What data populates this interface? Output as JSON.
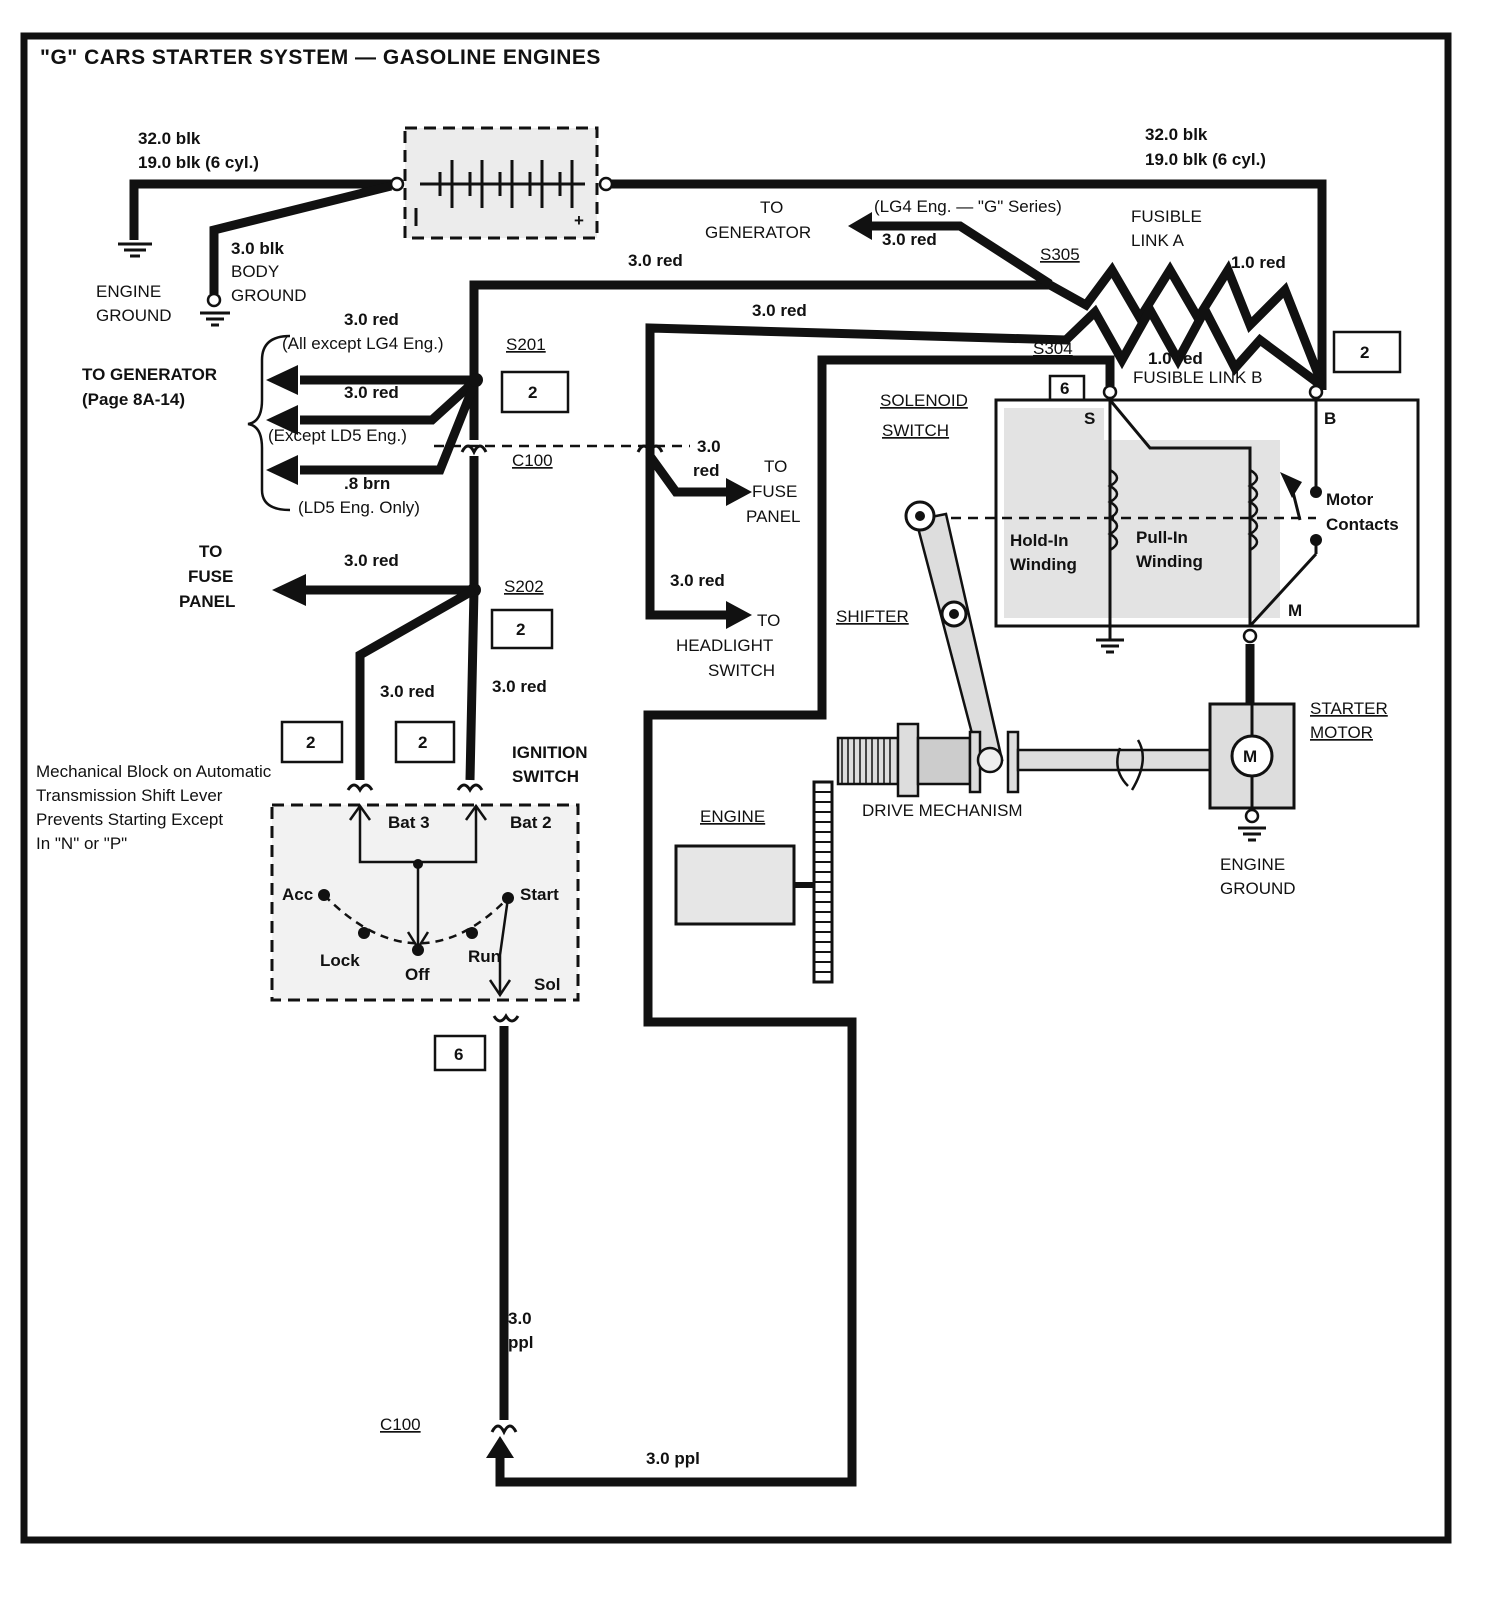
{
  "title": "\"G\" CARS STARTER SYSTEM — GASOLINE ENGINES",
  "battery_wire_left": {
    "line1": "32.0 blk",
    "line2": "19.0 blk (6 cyl.)"
  },
  "battery_wire_right": {
    "line1": "32.0 blk",
    "line2": "19.0 blk (6 cyl.)"
  },
  "engine_ground_left": {
    "line1": "ENGINE",
    "line2": "GROUND"
  },
  "body_ground": {
    "wire": "3.0 blk",
    "line1": "BODY",
    "line2": "GROUND"
  },
  "to_generator_top": {
    "line1": "TO",
    "line2": "GENERATOR",
    "note": "(LG4 Eng. — \"G\" Series)",
    "wire": "3.0 red"
  },
  "fusible_link_a": {
    "line1": "FUSIBLE",
    "line2": "LINK A",
    "wire": "1.0 red"
  },
  "fusible_link_b": {
    "label": "FUSIBLE LINK B",
    "wire": "1.0 red"
  },
  "splices": {
    "s305": "S305",
    "s304": "S304",
    "s201": "S201",
    "s202": "S202"
  },
  "connectors": {
    "c100_top": "C100",
    "c100_bottom": "C100"
  },
  "wires": {
    "main_red": "3.0 red",
    "second_red": "3.0 red",
    "ign_bat3": "3.0 red",
    "ign_bat2": "3.0 red",
    "fuse_feed": "3.0 red",
    "headlight_feed": "3.0 red",
    "fuse_c100_1": "3.0",
    "fuse_c100_2": "red",
    "ppl_vertical_1": "3.0",
    "ppl_vertical_2": "ppl",
    "ppl_bottom": "3.0 ppl"
  },
  "to_generator_left": {
    "line1": "TO GENERATOR",
    "line2": "(Page 8A-14)",
    "w1": "3.0 red",
    "n1": "(All except LG4 Eng.)",
    "w2": "3.0 red",
    "n2": "(Except LD5 Eng.)",
    "w3": ".8 brn",
    "n3": "(LD5 Eng. Only)"
  },
  "to_fuse_panel_left": {
    "line1": "TO",
    "line2": "FUSE",
    "line3": "PANEL",
    "wire": "3.0 red"
  },
  "to_fuse_panel_mid": {
    "line1": "TO",
    "line2": "FUSE",
    "line3": "PANEL"
  },
  "to_headlight": {
    "line1": "TO",
    "line2": "HEADLIGHT",
    "line3": "SWITCH"
  },
  "box_numbers": {
    "b1": "2",
    "b2": "2",
    "b3": "2",
    "b4": "2",
    "b5": "2",
    "b6": "6",
    "b7": "6"
  },
  "mechanical_block": {
    "line1": "Mechanical Block on Automatic",
    "line2": "Transmission Shift Lever",
    "line3": "Prevents Starting Except",
    "line4": "In \"N\" or \"P\""
  },
  "ignition_switch": {
    "line1": "IGNITION",
    "line2": "SWITCH",
    "bat3": "Bat 3",
    "bat2": "Bat 2",
    "acc": "Acc",
    "lock": "Lock",
    "off": "Off",
    "run": "Run",
    "start": "Start",
    "sol": "Sol"
  },
  "solenoid": {
    "line1": "SOLENOID",
    "line2": "SWITCH",
    "s": "S",
    "b": "B",
    "m": "M",
    "hold1": "Hold-In",
    "hold2": "Winding",
    "pull1": "Pull-In",
    "pull2": "Winding",
    "motor1": "Motor",
    "motor2": "Contacts"
  },
  "shifter": "SHIFTER",
  "engine": "ENGINE",
  "drive_mechanism": "DRIVE MECHANISM",
  "starter_motor": {
    "line1": "STARTER",
    "line2": "MOTOR",
    "symbol": "M"
  },
  "engine_ground_right": {
    "line1": "ENGINE",
    "line2": "GROUND"
  },
  "battery_plus": "+"
}
